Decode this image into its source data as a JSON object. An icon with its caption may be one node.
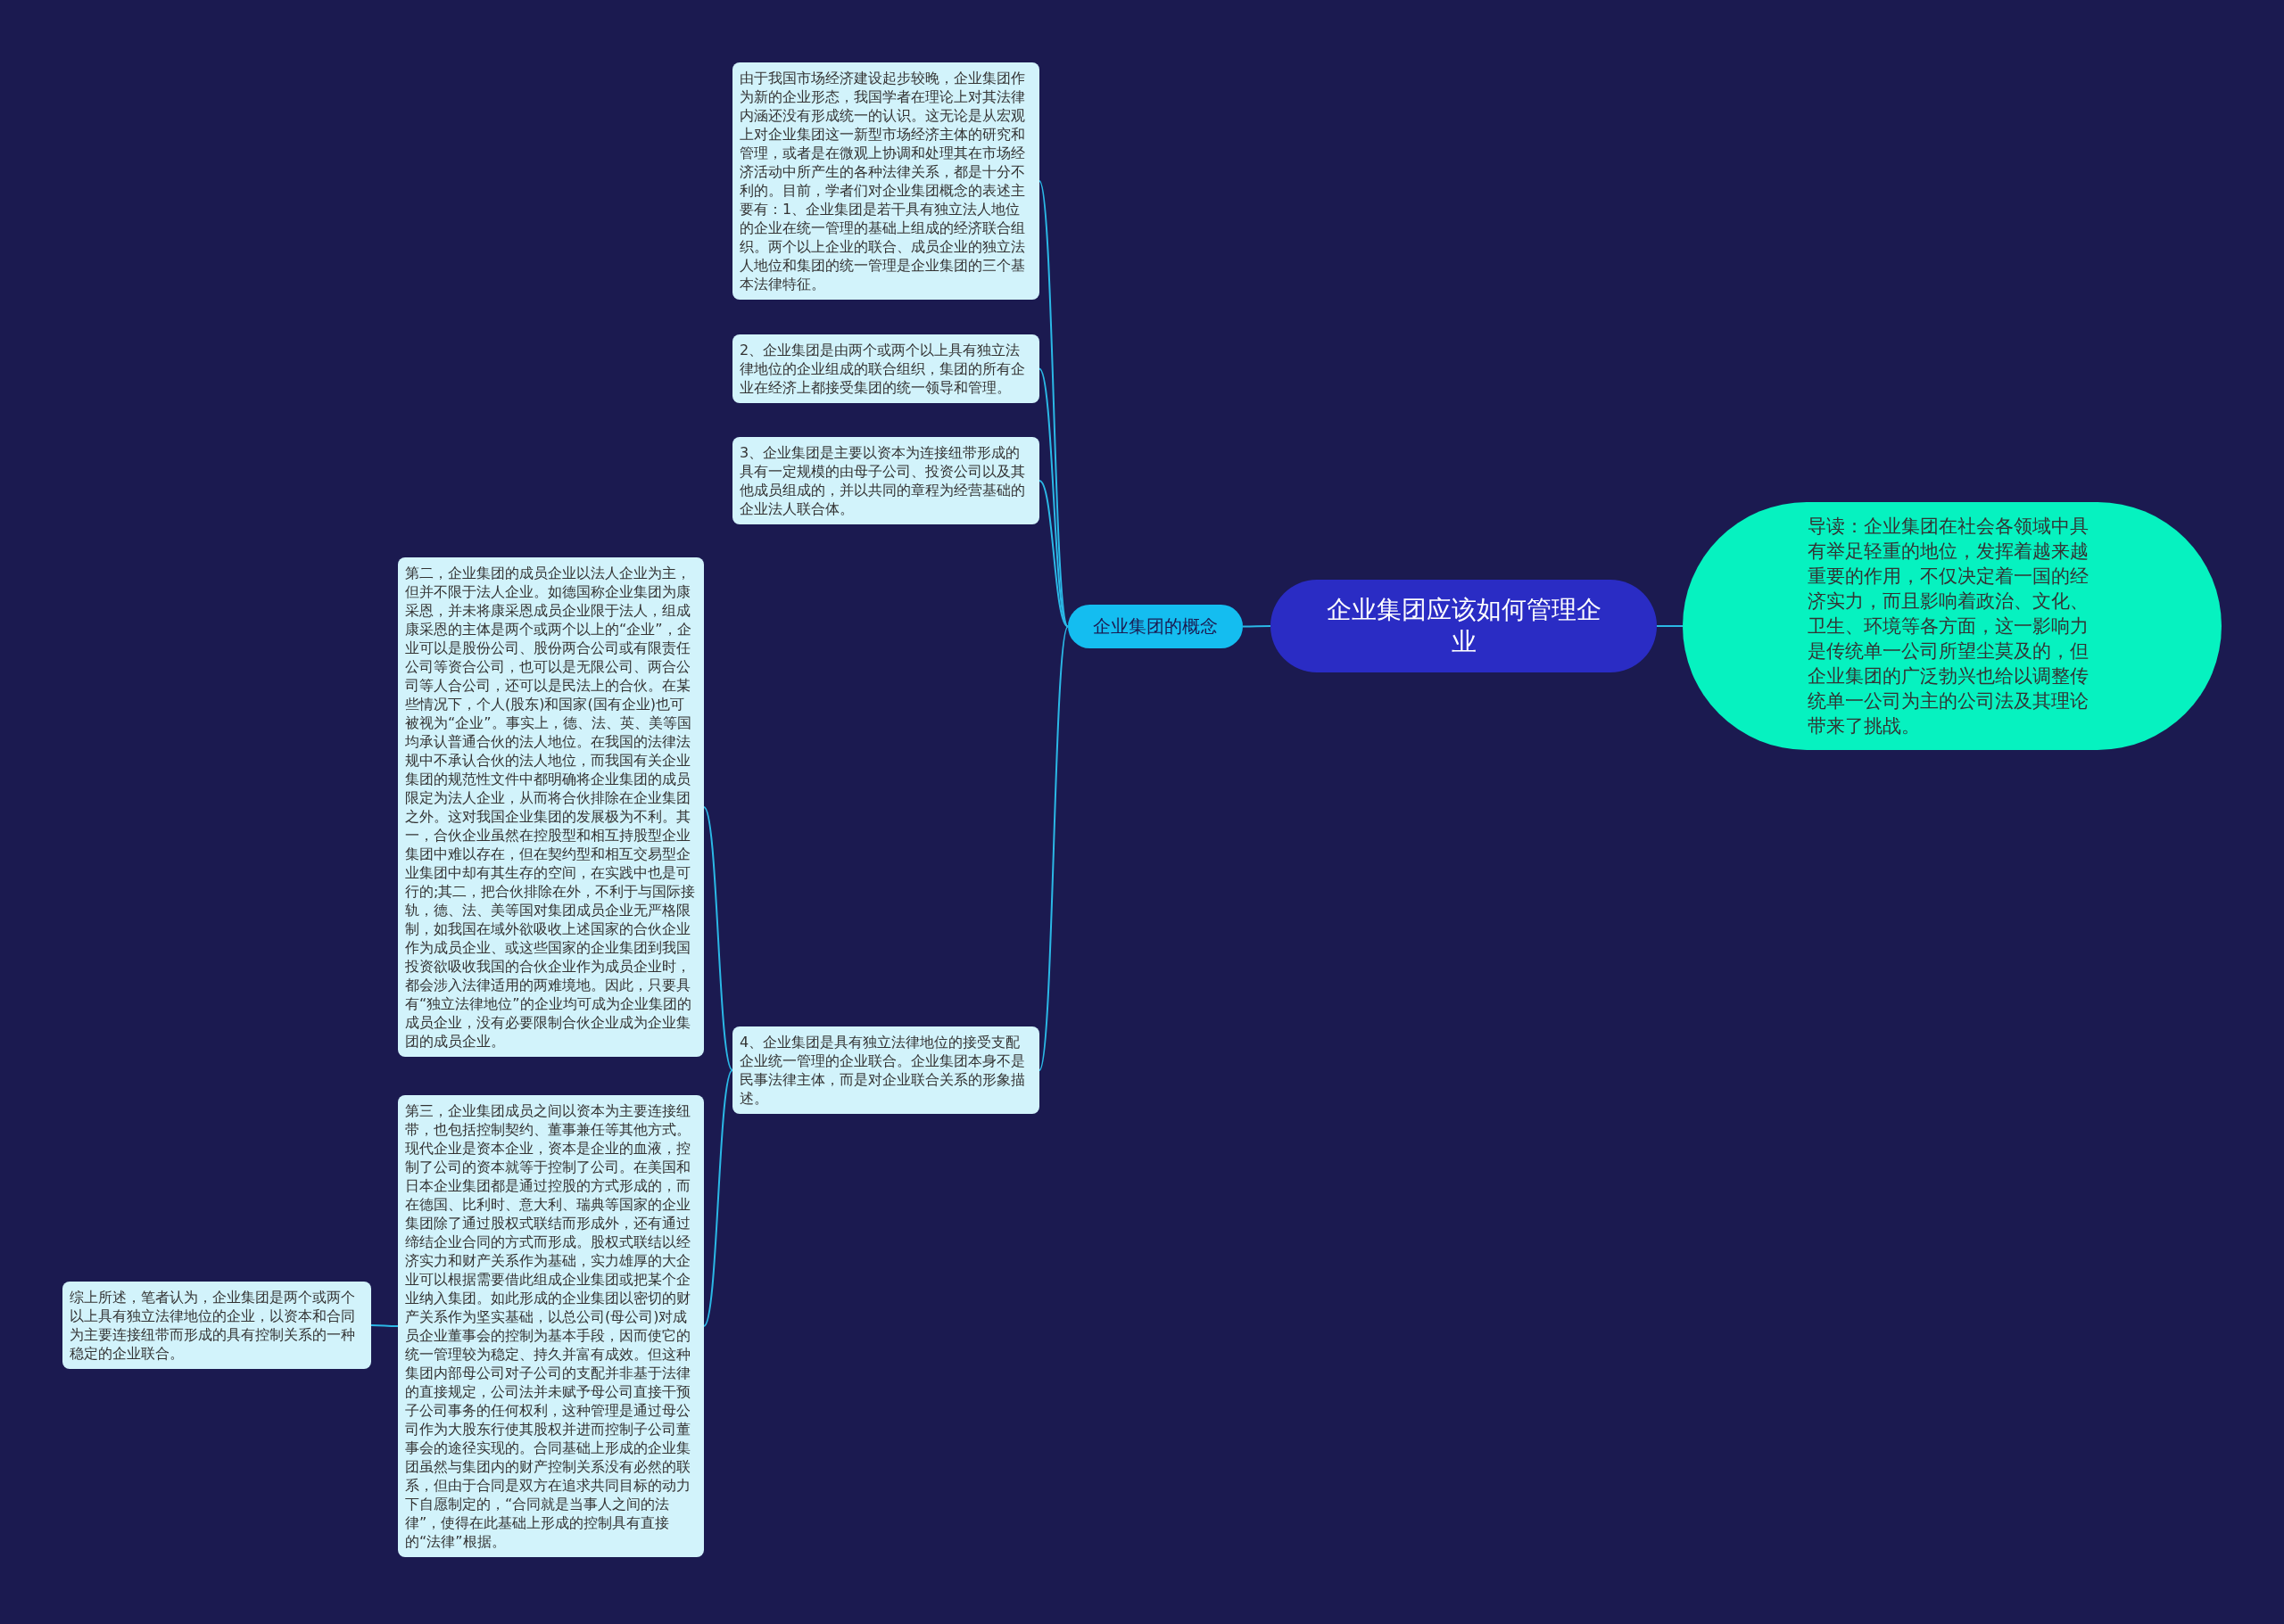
{
  "diagram": {
    "nodes": [
      {
        "text": [
          "企业集团应该如何管理企业"
        ]
      },
      {
        "text": [
          "导读：企业集团在社会各领域中具有举足轻重的地位，发挥着越来越重要的作用，不仅决定着一国的经济实力，而且影响着政治、文化、卫生、环境等各方面，这一影响力是传统单一公司所望尘莫及的，但企业集团的广泛勃兴也给以调整传统单一公司为主的公司法及其理论带来了挑战。"
        ]
      },
      {
        "text": [
          "企业集团的概念"
        ]
      },
      {
        "text": [
          "由于我国市场经济建设起步较晚，企业集团作为新的企业形态，我国学者在理论上对其法律内涵还没有形成统一的认识。这无论是从宏观上对企业集团这一新型市场经济主体的研究和管理，或者是在微观上协调和处理其在市场经济活动中所产生的各种法律关系，都是十分不利的。目前，学者们对企业集团概念的表述主要有：1、企业集团是若干具有独立法人地位的企业在统一管理的基础上组成的经济联合组织。两个以上企业的联合、成员企业的独立法人地位和集团的统一管理是企业集团的三个基本法律特征。"
        ]
      },
      {
        "text": [
          "2、企业集团是由两个或两个以上具有独立法律地位的企业组成的联合组织，集团的所有企业在经济上都接受集团的统一领导和管理。"
        ]
      },
      {
        "text": [
          "3、企业集团是主要以资本为连接纽带形成的具有一定规模的由母子公司、投资公司以及其他成员组成的，并以共同的章程为经营基础的企业法人联合体。"
        ]
      },
      {
        "text": [
          "4、企业集团是具有独立法律地位的接受支配企业统一管理的企业联合。企业集团本身不是民事法律主体，而是对企业联合关系的形象描述。"
        ]
      },
      {
        "text": [
          "第二，企业集团的成员企业以法人企业为主，但并不限于法人企业。如德国称企业集团为康采恩，并未将康采恩成员企业限于法人，组成康采恩的主体是两个或两个以上的“企业”，企业可以是股份公司、股份两合公司或有限责任公司等资合公司，也可以是无限公司、两合公司等人合公司，还可以是民法上的合伙。在某些情况下，个人(股东)和国家(国有企业)也可被视为“企业”。事实上，德、法、英、美等国均承认普通合伙的法人地位。在我国的法律法规中不承认合伙的法人地位，而我国有关企业集团的规范性文件中都明确将企业集团的成员限定为法人企业，从而将合伙排除在企业集团之外。这对我国企业集团的发展极为不利。其一，合伙企业虽然在控股型和相互持股型企业集团中难以存在，但在契约型和相互交易型企业集团中却有其生存的空间，在实践中也是可行的;其二，把合伙排除在外，不利于与国际接轨，德、法、美等国对集团成员企业无严格限制，如我国在域外欲吸收上述国家的合伙企业作为成员企业、或这些国家的企业集团到我国投资欲吸收我国的合伙企业作为成员企业时，都会涉入法律适用的两难境地。因此，只要具有“独立法律地位”的企业均可成为企业集团的成员企业，没有必要限制合伙企业成为企业集团的成员企业。"
        ]
      },
      {
        "text": [
          "第三，企业集团成员之间以资本为主要连接纽带，也包括控制契约、董事兼任等其他方式。现代企业是资本企业，资本是企业的血液，控制了公司的资本就等于控制了公司。在美国和日本企业集团都是通过控股的方式形成的，而在德国、比利时、意大利、瑞典等国家的企业集团除了通过股权式联结而形成外，还有通过缔结企业合同的方式而形成。股权式联结以经济实力和财产关系作为基础，实力雄厚的大企业可以根据需要借此组成企业集团或把某个企业纳入集团。如此形成的企业集团以密切的财产关系作为坚实基础，以总公司(母公司)对成员企业董事会的控制为基本手段，因而使它的统一管理较为稳定、持久并富有成效。但这种集团内部母公司对子公司的支配并非基于法律的直接规定，公司法并未赋予母公司直接干预子公司事务的任何权利，这种管理是通过母公司作为大股东行使其股权并进而控制子公司董事会的途径实现的。合同基础上形成的企业集团虽然与集团内的财产控制关系没有必然的联系，但由于合同是双方在追求共同目标的动力下自愿制定的，“合同就是当事人之间的法律”，使得在此基础上形成的控制具有直接的“法律”根据。"
        ]
      },
      {
        "text": [
          "综上所述，笔者认为，企业集团是两个或两个以上具有独立法律地位的企业，以资本和合同为主要连接纽带而形成的具有控制关系的一种稳定的企业联合。"
        ]
      }
    ],
    "edges": [
      {
        "from": 0,
        "to": 1,
        "arrow": "none"
      },
      {
        "from": 0,
        "to": 2,
        "arrow": "none"
      },
      {
        "from": 2,
        "to": 3,
        "arrow": "none"
      },
      {
        "from": 2,
        "to": 4,
        "arrow": "none"
      },
      {
        "from": 2,
        "to": 5,
        "arrow": "none"
      },
      {
        "from": 2,
        "to": 6,
        "arrow": "none"
      },
      {
        "from": 6,
        "to": 7,
        "arrow": "none"
      },
      {
        "from": 6,
        "to": 8,
        "arrow": "none"
      },
      {
        "from": 8,
        "to": 9,
        "arrow": "none"
      }
    ]
  }
}
